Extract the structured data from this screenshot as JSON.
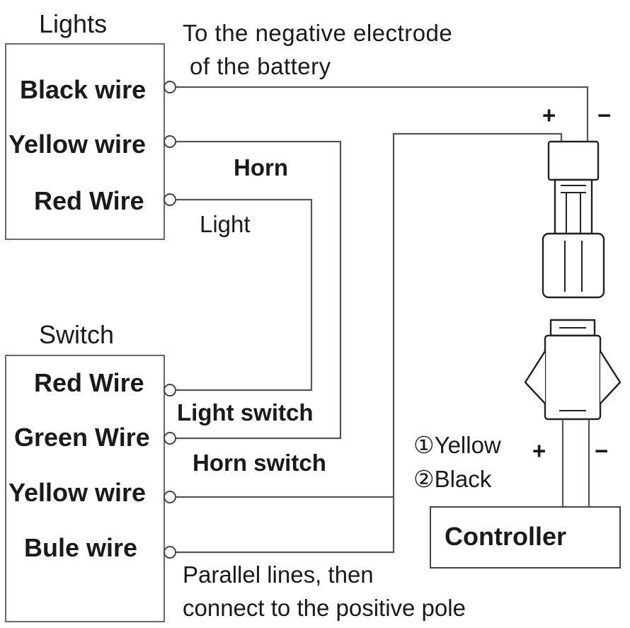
{
  "lights": {
    "title": "Lights",
    "wires": [
      "Black wire",
      "Yellow wire",
      "Red Wire"
    ]
  },
  "switch": {
    "title": "Switch",
    "wires": [
      "Red Wire",
      "Green Wire",
      "Yellow wire",
      "Bule wire"
    ]
  },
  "labels": {
    "negative_line1": "To the negative electrode",
    "negative_line2": "of the battery",
    "horn": "Horn",
    "light": "Light",
    "light_switch": "Light switch",
    "horn_switch": "Horn switch",
    "parallel_line1": "Parallel lines, then",
    "parallel_line2": "connect to the positive pole"
  },
  "connector": {
    "plus": "+",
    "minus": "−",
    "pin1": "①Yellow",
    "pin2": "②Black"
  },
  "controller": {
    "label": "Controller"
  }
}
